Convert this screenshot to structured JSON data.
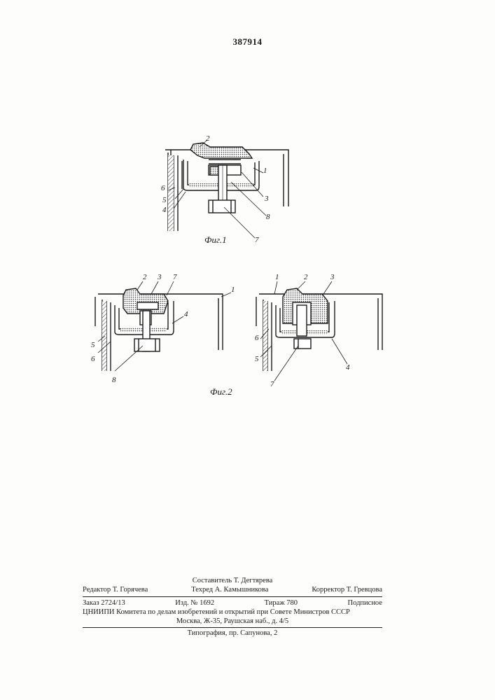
{
  "patent_number": "387914",
  "figures": {
    "fig1": {
      "caption": "Фиг.1",
      "labels": [
        "1",
        "2",
        "3",
        "4",
        "5",
        "6",
        "7",
        "8"
      ]
    },
    "fig2": {
      "caption": "Фиг.2",
      "left_labels": [
        "1",
        "2",
        "3",
        "4",
        "5",
        "6",
        "7",
        "8"
      ],
      "right_labels": [
        "1",
        "2",
        "3",
        "4",
        "5",
        "6",
        "7"
      ]
    }
  },
  "colophon": {
    "compiler": "Составитель Т. Дегтярева",
    "editor": "Редактор Т. Горячева",
    "techred": "Техред А. Камышникова",
    "corrector": "Корректор Т. Гревцова",
    "order": "Заказ 2724/13",
    "edition": "Изд. № 1692",
    "circulation": "Тираж 780",
    "subscription": "Подписное",
    "org_line1_left": "ЦНИИПИ Комитета по делам изобретений и открытий при Совете Министров СССР",
    "org_line2": "Москва, Ж-35, Раушская наб., д. 4/5",
    "printer": "Типография, пр. Сапунова, 2"
  }
}
